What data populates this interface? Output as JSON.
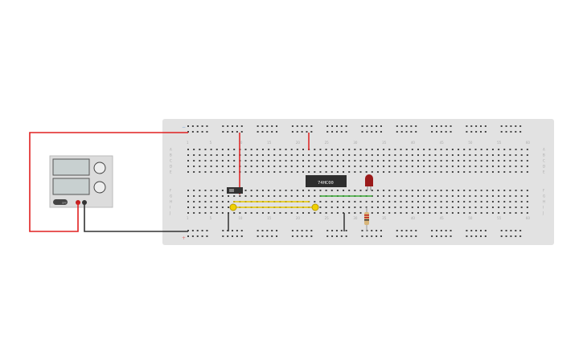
{
  "breadboard": {
    "column_labels": [
      "1",
      "5",
      "10",
      "15",
      "20",
      "25",
      "30",
      "35",
      "40",
      "45",
      "50",
      "55",
      "60"
    ],
    "row_labels": [
      "A",
      "B",
      "C",
      "D",
      "E",
      "F",
      "G",
      "H",
      "I",
      "J"
    ],
    "rail_minus": "−",
    "rail_plus": "+"
  },
  "chip": {
    "label": "74HC00"
  },
  "power_supply": {
    "readout_label": "OFF"
  },
  "colors": {
    "red_wire": "#e02020",
    "black_wire": "#333333",
    "yellow_wire": "#e8c800",
    "green_wire": "#3aaa35",
    "board": "#e0e0e0"
  }
}
